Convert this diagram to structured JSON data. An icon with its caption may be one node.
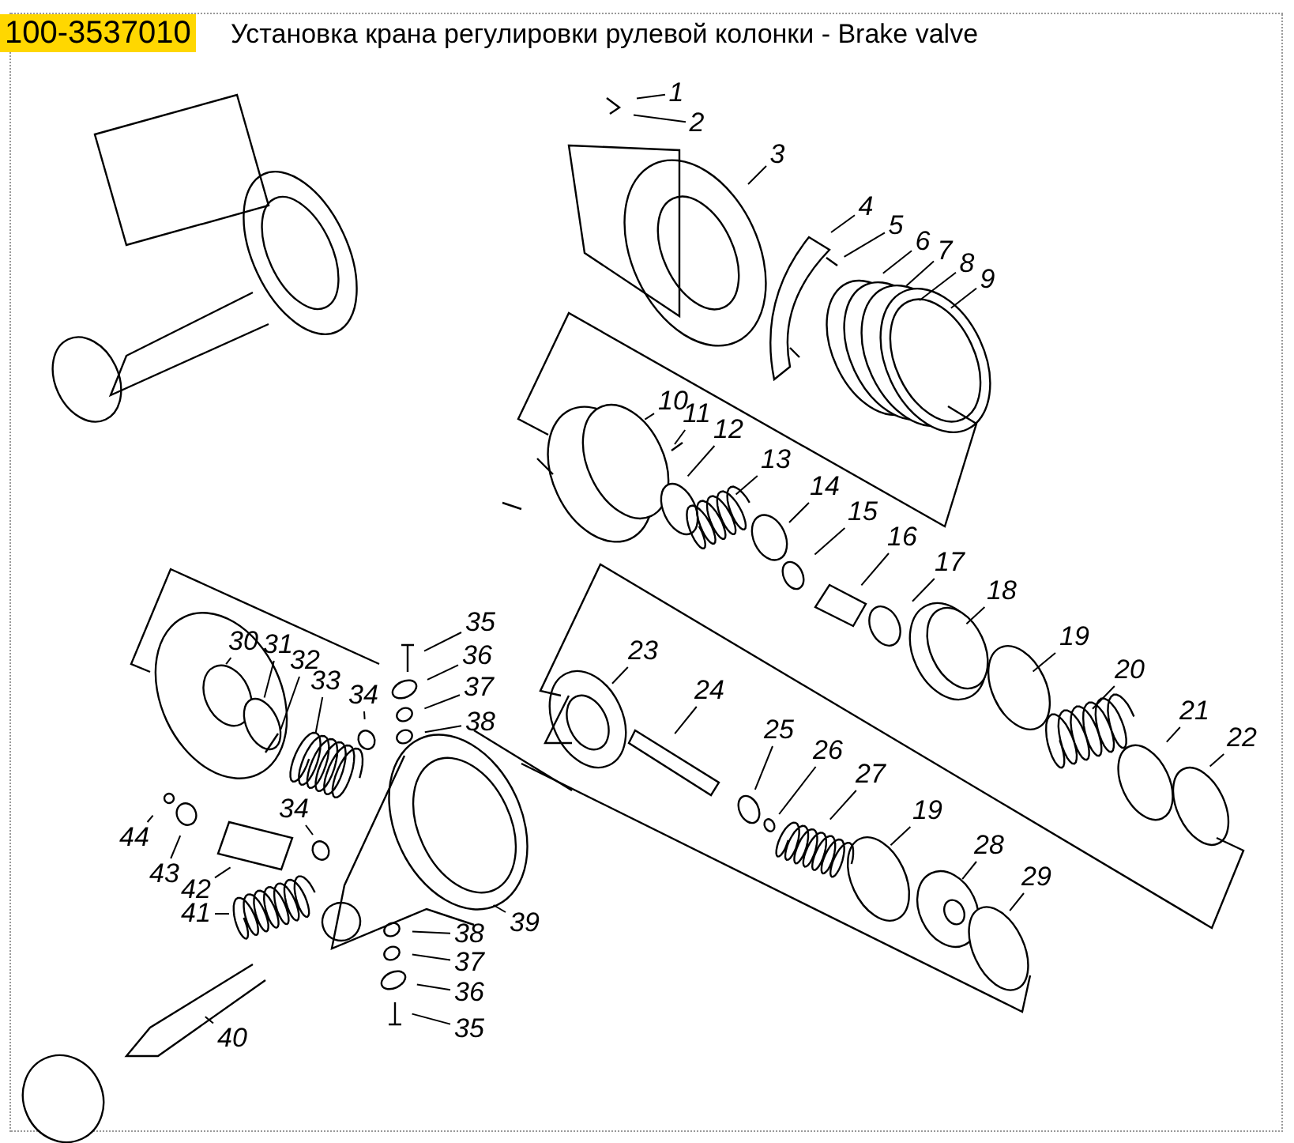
{
  "diagram": {
    "title": "Установка крана регулировки рулевой колонки - Brake valve",
    "nodes": [
      {
        "text": [
          "1"
        ]
      },
      {
        "text": [
          "2"
        ]
      },
      {
        "text": [
          "3"
        ]
      },
      {
        "text": [
          "4"
        ]
      },
      {
        "text": [
          "5"
        ]
      },
      {
        "text": [
          "6"
        ]
      },
      {
        "text": [
          "7"
        ]
      },
      {
        "text": [
          "8"
        ]
      },
      {
        "text": [
          "9"
        ]
      },
      {
        "text": [
          "10"
        ]
      },
      {
        "text": [
          "11"
        ]
      },
      {
        "text": [
          "12"
        ]
      },
      {
        "text": [
          "13"
        ]
      },
      {
        "text": [
          "14"
        ]
      },
      {
        "text": [
          "15"
        ]
      },
      {
        "text": [
          "16"
        ]
      },
      {
        "text": [
          "17"
        ]
      },
      {
        "text": [
          "18"
        ]
      },
      {
        "text": [
          "19"
        ]
      },
      {
        "text": [
          "20"
        ]
      },
      {
        "text": [
          "21"
        ]
      },
      {
        "text": [
          "22"
        ]
      },
      {
        "text": [
          "23"
        ]
      },
      {
        "text": [
          "24"
        ]
      },
      {
        "text": [
          "25"
        ]
      },
      {
        "text": [
          "26"
        ]
      },
      {
        "text": [
          "27"
        ]
      },
      {
        "text": [
          "19"
        ]
      },
      {
        "text": [
          "28"
        ]
      },
      {
        "text": [
          "29"
        ]
      },
      {
        "text": [
          "30"
        ]
      },
      {
        "text": [
          "31"
        ]
      },
      {
        "text": [
          "32"
        ]
      },
      {
        "text": [
          "33"
        ]
      },
      {
        "text": [
          "34"
        ]
      },
      {
        "text": [
          "35"
        ]
      },
      {
        "text": [
          "36"
        ]
      },
      {
        "text": [
          "37"
        ]
      },
      {
        "text": [
          "38"
        ]
      },
      {
        "text": [
          "34"
        ]
      },
      {
        "text": [
          "39"
        ]
      },
      {
        "text": [
          "38"
        ]
      },
      {
        "text": [
          "37"
        ]
      },
      {
        "text": [
          "36"
        ]
      },
      {
        "text": [
          "35"
        ]
      },
      {
        "text": [
          "40"
        ]
      },
      {
        "text": [
          "41"
        ]
      },
      {
        "text": [
          "42"
        ]
      },
      {
        "text": [
          "43"
        ]
      },
      {
        "text": [
          "44"
        ]
      }
    ],
    "edges": [
      {
        "from": 0,
        "to": null,
        "arrow": "none"
      },
      {
        "from": 1,
        "to": null,
        "arrow": "none"
      },
      {
        "from": 2,
        "to": null,
        "arrow": "none"
      },
      {
        "from": 3,
        "to": null,
        "arrow": "none"
      },
      {
        "from": 4,
        "to": null,
        "arrow": "none"
      },
      {
        "from": 5,
        "to": null,
        "arrow": "none"
      },
      {
        "from": 6,
        "to": null,
        "arrow": "none"
      },
      {
        "from": 7,
        "to": null,
        "arrow": "none"
      },
      {
        "from": 8,
        "to": null,
        "arrow": "none"
      },
      {
        "from": 9,
        "to": null,
        "arrow": "none"
      },
      {
        "from": 10,
        "to": null,
        "arrow": "none"
      },
      {
        "from": 11,
        "to": null,
        "arrow": "none"
      },
      {
        "from": 12,
        "to": null,
        "arrow": "none"
      },
      {
        "from": 13,
        "to": null,
        "arrow": "none"
      },
      {
        "from": 14,
        "to": null,
        "arrow": "none"
      },
      {
        "from": 15,
        "to": null,
        "arrow": "none"
      },
      {
        "from": 16,
        "to": null,
        "arrow": "none"
      },
      {
        "from": 17,
        "to": null,
        "arrow": "none"
      },
      {
        "from": 18,
        "to": null,
        "arrow": "none"
      },
      {
        "from": 19,
        "to": null,
        "arrow": "none"
      },
      {
        "from": 20,
        "to": null,
        "arrow": "none"
      },
      {
        "from": 21,
        "to": null,
        "arrow": "none"
      },
      {
        "from": 22,
        "to": null,
        "arrow": "none"
      },
      {
        "from": 23,
        "to": null,
        "arrow": "none"
      },
      {
        "from": 24,
        "to": null,
        "arrow": "none"
      },
      {
        "from": 25,
        "to": null,
        "arrow": "none"
      },
      {
        "from": 26,
        "to": null,
        "arrow": "none"
      },
      {
        "from": 27,
        "to": null,
        "arrow": "none"
      },
      {
        "from": 28,
        "to": null,
        "arrow": "none"
      },
      {
        "from": 29,
        "to": null,
        "arrow": "none"
      },
      {
        "from": 30,
        "to": null,
        "arrow": "none"
      },
      {
        "from": 31,
        "to": null,
        "arrow": "none"
      },
      {
        "from": 32,
        "to": null,
        "arrow": "none"
      },
      {
        "from": 33,
        "to": null,
        "arrow": "none"
      },
      {
        "from": 34,
        "to": null,
        "arrow": "none"
      },
      {
        "from": 35,
        "to": null,
        "arrow": "none"
      },
      {
        "from": 36,
        "to": null,
        "arrow": "none"
      },
      {
        "from": 37,
        "to": null,
        "arrow": "none"
      },
      {
        "from": 38,
        "to": null,
        "arrow": "none"
      },
      {
        "from": 39,
        "to": null,
        "arrow": "none"
      },
      {
        "from": 40,
        "to": null,
        "arrow": "none"
      },
      {
        "from": 41,
        "to": null,
        "arrow": "none"
      },
      {
        "from": 42,
        "to": null,
        "arrow": "none"
      },
      {
        "from": 43,
        "to": null,
        "arrow": "none"
      },
      {
        "from": 44,
        "to": null,
        "arrow": "none"
      },
      {
        "from": 45,
        "to": null,
        "arrow": "none"
      },
      {
        "from": 46,
        "to": null,
        "arrow": "none"
      },
      {
        "from": 47,
        "to": null,
        "arrow": "none"
      },
      {
        "from": 48,
        "to": null,
        "arrow": "none"
      },
      {
        "from": 49,
        "to": null,
        "arrow": "none"
      }
    ],
    "labels": [
      "100-3537010"
    ]
  }
}
